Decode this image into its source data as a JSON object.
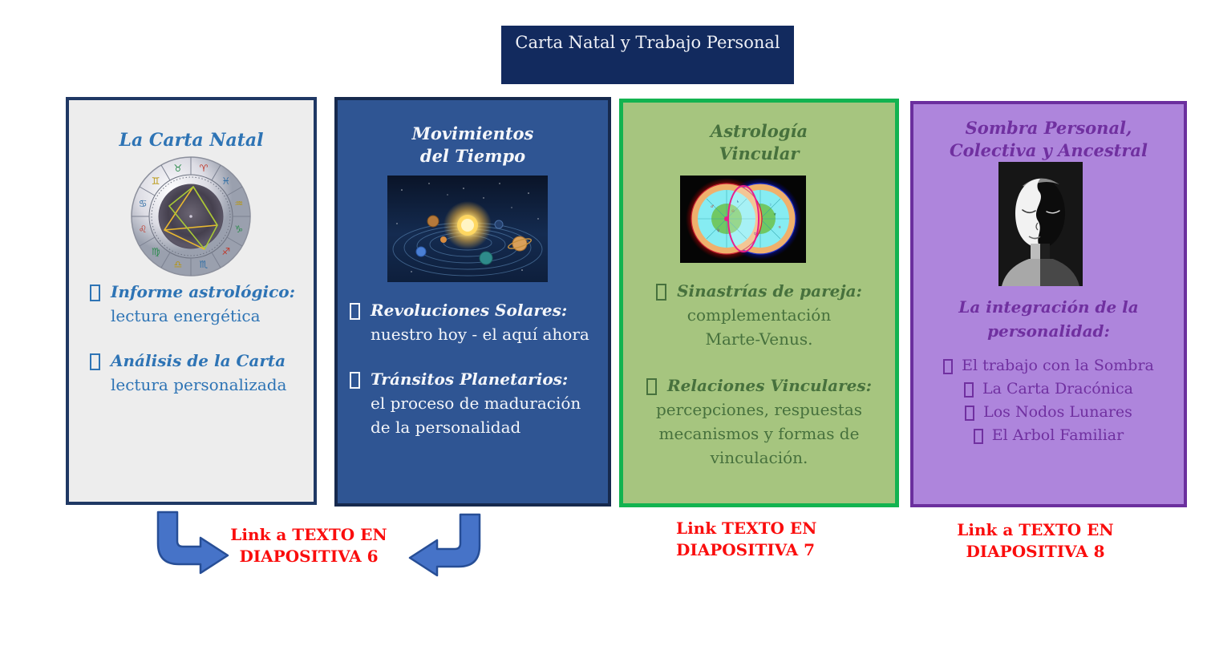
{
  "banner": {
    "title": "Carta Natal y Trabajo Personal"
  },
  "panels": {
    "natal": {
      "title": "La Carta Natal",
      "image_name": "natal-chart-wheel-image",
      "bullets": [
        {
          "head": "Informe astrológico:",
          "body": "lectura energética"
        },
        {
          "head": "Análisis de la Carta",
          "body": "lectura personalizada"
        }
      ]
    },
    "tiempo": {
      "title_line1": "Movimientos",
      "title_line2": "del Tiempo",
      "image_name": "solar-system-image",
      "bullets": [
        {
          "head": "Revoluciones Solares:",
          "body": "nuestro hoy - el aquí  ahora"
        },
        {
          "head": "Tránsitos Planetarios:",
          "body": "el proceso de maduración de la personalidad"
        }
      ]
    },
    "vincular": {
      "title_line1": "Astrología",
      "title_line2": "Vincular",
      "image_name": "synastry-charts-image",
      "bullets": [
        {
          "head": "Sinastrías de pareja:",
          "body": "complementación Marte-Venus."
        },
        {
          "head": "Relaciones Vinculares:",
          "body": "percepciones, respuestas mecanismos y formas de vinculación."
        }
      ]
    },
    "sombra": {
      "title_line1": "Sombra Personal,",
      "title_line2": "Colectiva y Ancestral",
      "image_name": "half-shadow-face-image",
      "subtitle_line1": "La integración de la",
      "subtitle_line2": "personalidad:",
      "items": [
        "El trabajo con la Sombra",
        "La Carta Dracónica",
        "Los Nodos Lunares",
        "El Arbol Familiar"
      ]
    }
  },
  "links": {
    "slide6": {
      "line1": "Link a TEXTO EN",
      "line2": "DIAPOSITIVA 6"
    },
    "slide7": {
      "line1": "Link TEXTO EN",
      "line2": "DIAPOSITIVA 7"
    },
    "slide8": {
      "line1": "Link a TEXTO EN",
      "line2": "DIAPOSITIVA 8"
    }
  },
  "colors": {
    "banner_bg": "#122a5e",
    "panel_natal_bg": "#ededed",
    "panel_natal_border": "#1f3864",
    "panel_natal_text": "#2e74b5",
    "panel_tiempo_bg": "#2f5593",
    "panel_tiempo_text": "#f4f6fa",
    "panel_vincular_bg": "#a6c57f",
    "panel_vincular_border": "#13b350",
    "panel_vincular_text": "#47713d",
    "panel_sombra_bg": "#ae85dc",
    "panel_sombra_border": "#6b2f9e",
    "panel_sombra_text": "#7030a0",
    "link_red": "#fa0d0d",
    "arrow_fill": "#4673c8",
    "arrow_stroke": "#274e96"
  }
}
